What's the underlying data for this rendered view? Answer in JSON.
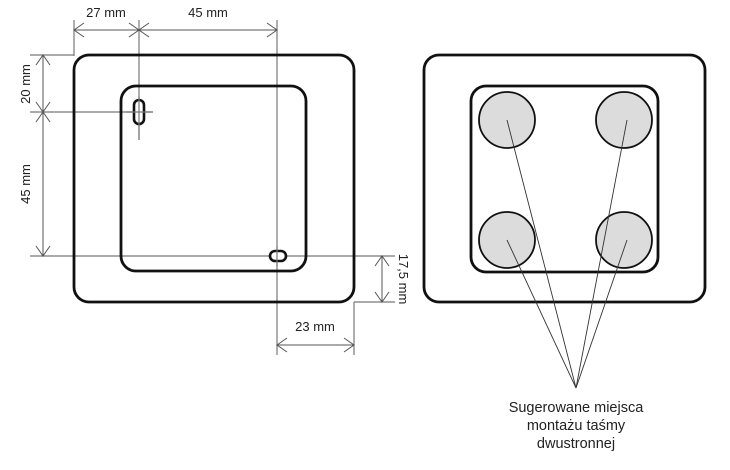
{
  "left_view": {
    "dimensions": {
      "top_left": "27 mm",
      "top_right": "45 mm",
      "left_top": "20 mm",
      "left_bottom": "45 mm",
      "right_bottom": "17,5 mm",
      "bottom": "23 mm"
    },
    "features": [
      "outer-frame",
      "inner-plate",
      "vertical-slot",
      "horizontal-slot"
    ]
  },
  "right_view": {
    "pads": [
      "top-left",
      "top-right",
      "bottom-left",
      "bottom-right"
    ],
    "pad_color": "#dcdcdc",
    "caption": {
      "line1": "Sugerowane miejsca",
      "line2": "montażu taśmy",
      "line3": "dwustronnej"
    }
  }
}
